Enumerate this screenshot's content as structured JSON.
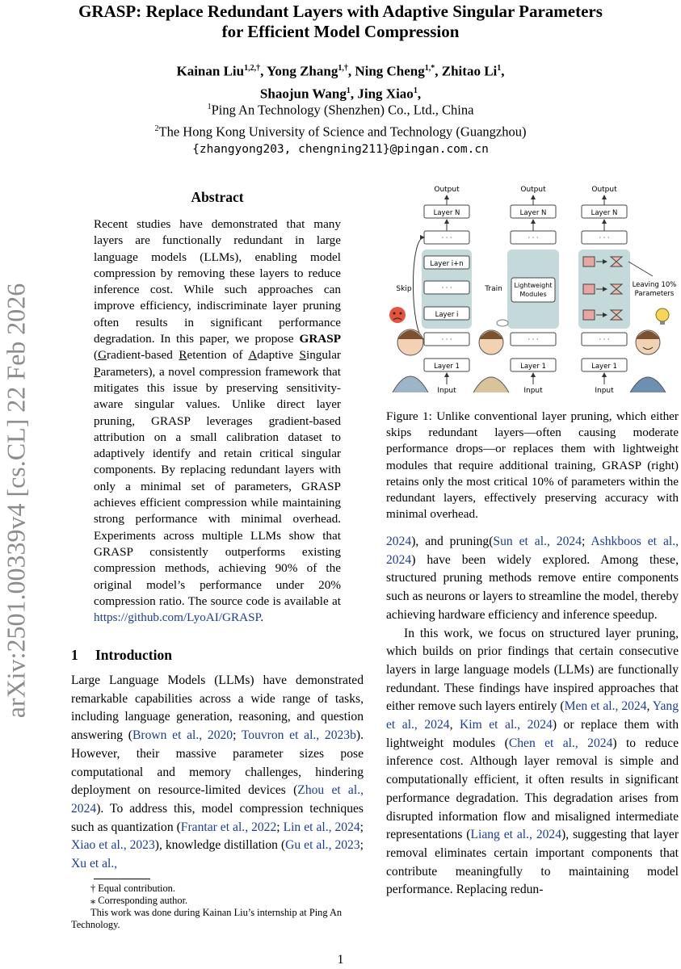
{
  "paper": {
    "title_line1": "GRASP: Replace Redundant Layers with Adaptive Singular Parameters",
    "title_line2": "for Efficient Model Compression",
    "authors": [
      {
        "name": "Kainan Liu",
        "sup": "1,2,†"
      },
      {
        "name": "Yong Zhang",
        "sup": "1,†"
      },
      {
        "name": "Ning Cheng",
        "sup": "1,*"
      },
      {
        "name": "Zhitao Li",
        "sup": "1"
      },
      {
        "name": "Shaojun Wang",
        "sup": "1"
      },
      {
        "name": "Jing Xiao",
        "sup": "1"
      }
    ],
    "affiliation1_sup": "1",
    "affiliation1": "Ping An Technology (Shenzhen) Co., Ltd., China",
    "affiliation2_sup": "2",
    "affiliation2": "The Hong Kong University of Science and Technology (Guangzhou)",
    "email": "{zhangyong203, chengning211}@pingan.com.cn",
    "arxiv_id": "arXiv:2501.00339v4  [cs.CL]  22 Feb 2026",
    "page_number": "1"
  },
  "abstract": {
    "heading": "Abstract",
    "part1": "Recent studies have demonstrated that many layers are functionally redundant in large language models (LLMs), enabling model compression by removing these layers to reduce inference cost. While such approaches can improve efficiency, indiscriminate layer pruning often results in significant performance degradation. In this paper, we propose ",
    "grasp": "GRASP",
    "expansion_open": " (",
    "exp_G": "G",
    "exp_1": "radient-based ",
    "exp_R": "R",
    "exp_2": "etention of ",
    "exp_A": "A",
    "exp_3": "daptive ",
    "exp_S": "S",
    "exp_4": "ingular ",
    "exp_P": "P",
    "exp_5": "arameters), ",
    "part2": "a novel compression framework that mitigates this issue by preserving sensitivity-aware singular values. Unlike direct layer pruning, GRASP leverages gradient-based attribution on a small calibration dataset to adaptively identify and retain critical singular components. By replacing redundant layers with only a minimal set of parameters, GRASP achieves efficient compression while maintaining strong performance with minimal overhead. Experiments across multiple LLMs show that GRASP consistently outperforms existing compression methods, achieving 90% of the original model’s performance under 20% compression ratio. The source code is available at ",
    "url": "https://github.com/LyoAI/GRASP",
    "end": "."
  },
  "intro": {
    "number": "1",
    "heading": "Introduction",
    "t1": "Large Language Models (LLMs) have demonstrated remarkable capabilities across a wide range of tasks, including language generation, reasoning, and question answering (",
    "c1": "Brown et al., 2020",
    "s1": "; ",
    "c2": "Touvron et al., 2023b",
    "t2": "). However, their massive parameter sizes pose computational and memory challenges, hindering deployment on resource-limited devices (",
    "c3": "Zhou et al., 2024",
    "t3": "). To address this, model compression techniques such as quantization (",
    "c4": "Frantar et al., 2022",
    "s2": "; ",
    "c5": "Lin et al., 2024",
    "s3": "; ",
    "c6": "Xiao et al., 2023",
    "t4": "), knowledge distillation (",
    "c7": "Gu et al., 2023",
    "s4": "; ",
    "c8": "Xu et al.,"
  },
  "footnotes": {
    "f1": "† Equal contribution.",
    "f2": "⁎ Corresponding author.",
    "f3": "This work was done during Kainan Liu’s internship at Ping An Technology."
  },
  "figure": {
    "caption": "Figure 1: Unlike conventional layer pruning, which either skips redundant layers—often causing moderate performance drops—or replaces them with lightweight modules that require additional training, GRASP (right) retains only the most critical 10% of parameters within the redundant layers, effectively preserving accuracy with minimal overhead.",
    "output": "Output",
    "input": "Input",
    "layer_n": "Layer N",
    "layer_1": "Layer 1",
    "layer_i_n": "Layer i+n",
    "layer_i": "Layer i",
    "dots": "· · ·",
    "skip": "Skip",
    "train": "Train",
    "lightweight1": "Lightweight",
    "lightweight2": "Modules",
    "leaving1": "Leaving 10%",
    "leaving2": "Parameters"
  },
  "right_col": {
    "c1": "2024",
    "t1": "), and pruning(",
    "c2": "Sun et al., 2024",
    "s1": "; ",
    "c3": "Ashkboos et al., 2024",
    "t2": ") have been widely explored. Among these, structured pruning methods remove entire components such as neurons or layers to streamline the model, thereby achieving hardware efficiency and inference speedup.",
    "p2a": "In this work, we focus on structured layer pruning, which builds on prior findings that certain consecutive layers in large language models (LLMs) are functionally redundant. These findings have inspired approaches that either remove such layers entirely (",
    "c4": "Men et al., 2024",
    "s2": ", ",
    "c5": "Yang et al., 2024",
    "s3": ", ",
    "c6": "Kim et al., 2024",
    "p2b": ") or replace them with lightweight modules (",
    "c7": "Chen et al., 2024",
    "p2c": ") to reduce inference cost. Although layer removal is simple and computationally efficient, it often results in significant performance degradation. This degradation arises from disrupted information flow and misaligned intermediate representations (",
    "c8": "Liang et al., 2024",
    "p2d": "), suggesting that layer removal eliminates certain important components that contribute meaningfully to maintaining model performance. Replacing redun-"
  },
  "colors": {
    "link": "#1a3c9c",
    "box_fill": "#b5cfcf",
    "arxiv_gray": "#8c8c8c"
  }
}
